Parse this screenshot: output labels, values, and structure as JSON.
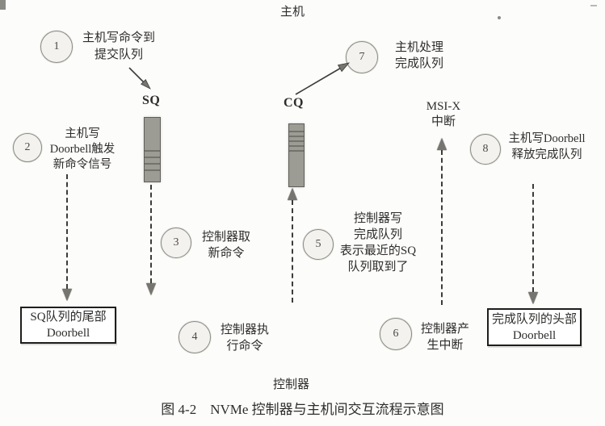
{
  "page": {
    "top_label": "主机",
    "bottom_label": "控制器",
    "caption": "图 4-2　NVMe 控制器与主机间交互流程示意图"
  },
  "queues": {
    "sq_label": "SQ",
    "cq_label": "CQ"
  },
  "interrupt": {
    "lines": [
      "MSI-X",
      "中断"
    ]
  },
  "steps": [
    {
      "num": "1",
      "lines": [
        "主机写命令到",
        "提交队列"
      ]
    },
    {
      "num": "2",
      "lines": [
        "主机写",
        "Doorbell触发",
        "新命令信号"
      ]
    },
    {
      "num": "3",
      "lines": [
        "控制器取",
        "新命令"
      ]
    },
    {
      "num": "4",
      "lines": [
        "控制器执",
        "行命令"
      ]
    },
    {
      "num": "5",
      "lines": [
        "控制器写",
        "完成队列",
        "表示最近的SQ",
        "队列取到了"
      ]
    },
    {
      "num": "6",
      "lines": [
        "控制器产",
        "生中断"
      ]
    },
    {
      "num": "7",
      "lines": [
        "主机处理",
        "完成队列"
      ]
    },
    {
      "num": "8",
      "lines": [
        "主机写Doorbell",
        "释放完成队列"
      ]
    }
  ],
  "boxes": {
    "sq_tail": {
      "lines": [
        "SQ队列的尾部",
        "Doorbell"
      ]
    },
    "cq_head": {
      "lines": [
        "完成队列的头部",
        "Doorbell"
      ]
    }
  },
  "colors": {
    "ink": "#2e2d2b",
    "bar_fill": "#9c9b94",
    "bar_border": "#5f5e58",
    "circle_fill": "#f4f2ee",
    "circle_border": "#8b8a84",
    "arrow": "#3d3c38",
    "arrowhead": "#76756f"
  }
}
